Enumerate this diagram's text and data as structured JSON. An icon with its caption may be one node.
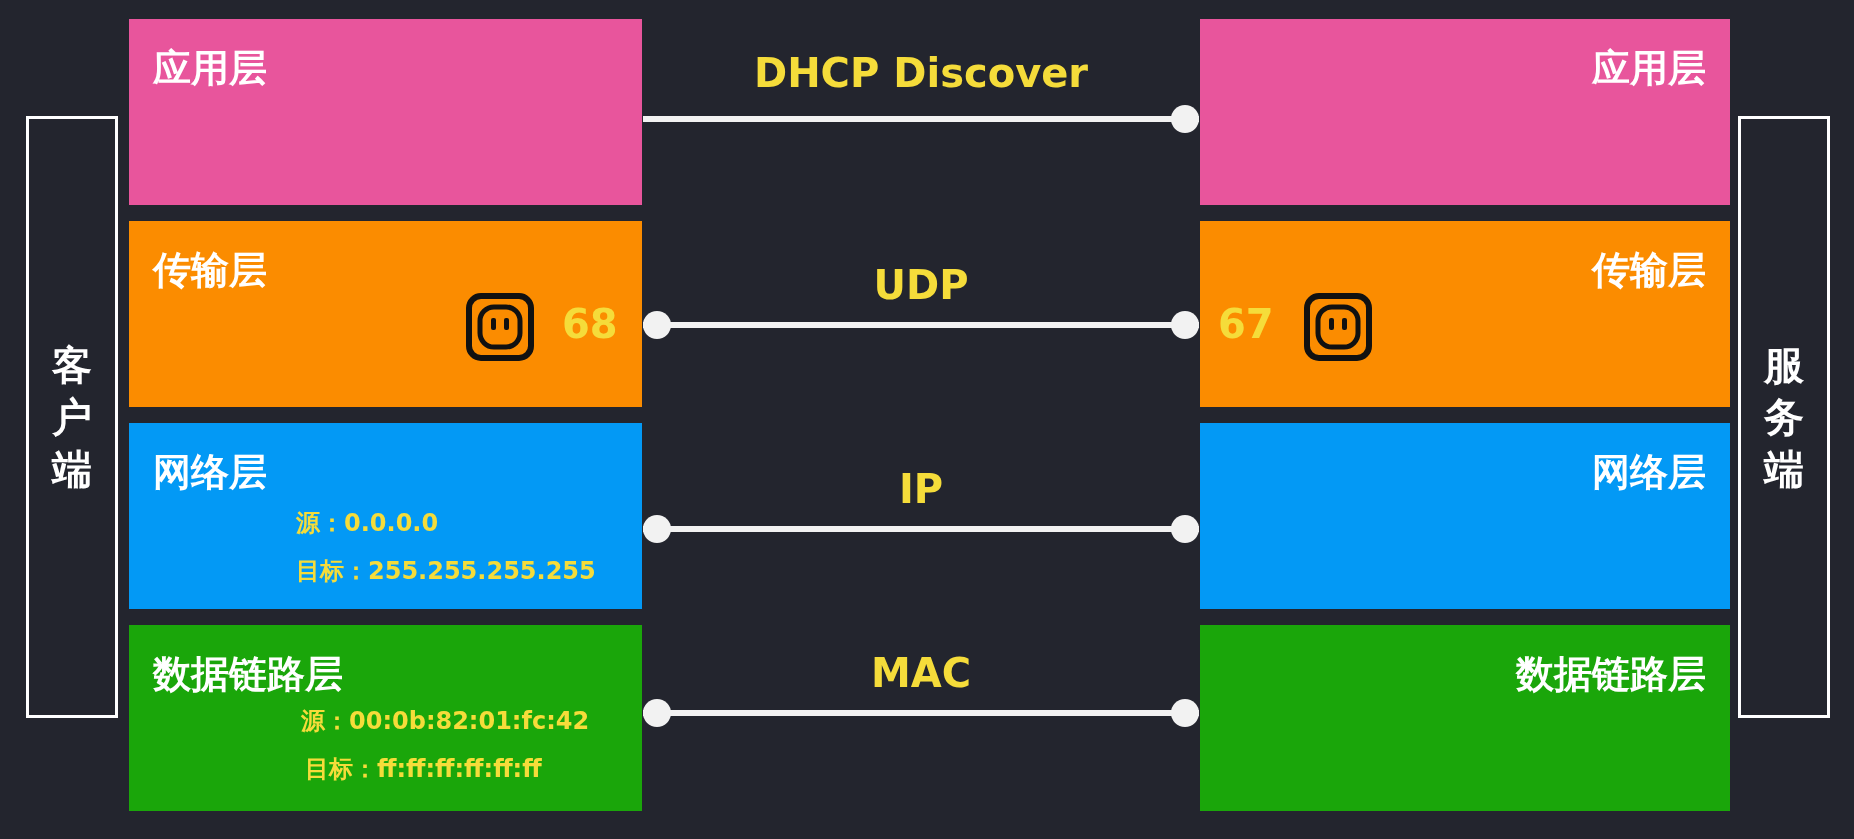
{
  "diagram": {
    "nodes": [
      {
        "text": [
          "客户端"
        ]
      },
      {
        "text": [
          "应用层"
        ]
      },
      {
        "text": [
          "传输层",
          "68"
        ]
      },
      {
        "text": [
          "网络层",
          "源：0.0.0.0",
          "目标：255.255.255.255"
        ]
      },
      {
        "text": [
          "数据链路层",
          "源：00:0b:82:01:fc:42",
          "目标：ff:ff:ff:ff:ff:ff"
        ]
      },
      {
        "text": [
          "服务端"
        ]
      },
      {
        "text": [
          "应用层"
        ]
      },
      {
        "text": [
          "传输层",
          "67"
        ]
      },
      {
        "text": [
          "网络层"
        ]
      },
      {
        "text": [
          "数据链路层"
        ]
      }
    ],
    "edges": [
      {
        "from": 1,
        "to": 6,
        "arrow": "other",
        "label": "DHCP Discover"
      },
      {
        "from": 2,
        "to": 7,
        "arrow": "other",
        "label": "UDP"
      },
      {
        "from": 3,
        "to": 8,
        "arrow": "other",
        "label": "IP"
      },
      {
        "from": 4,
        "to": 9,
        "arrow": "other",
        "label": "MAC"
      }
    ]
  }
}
